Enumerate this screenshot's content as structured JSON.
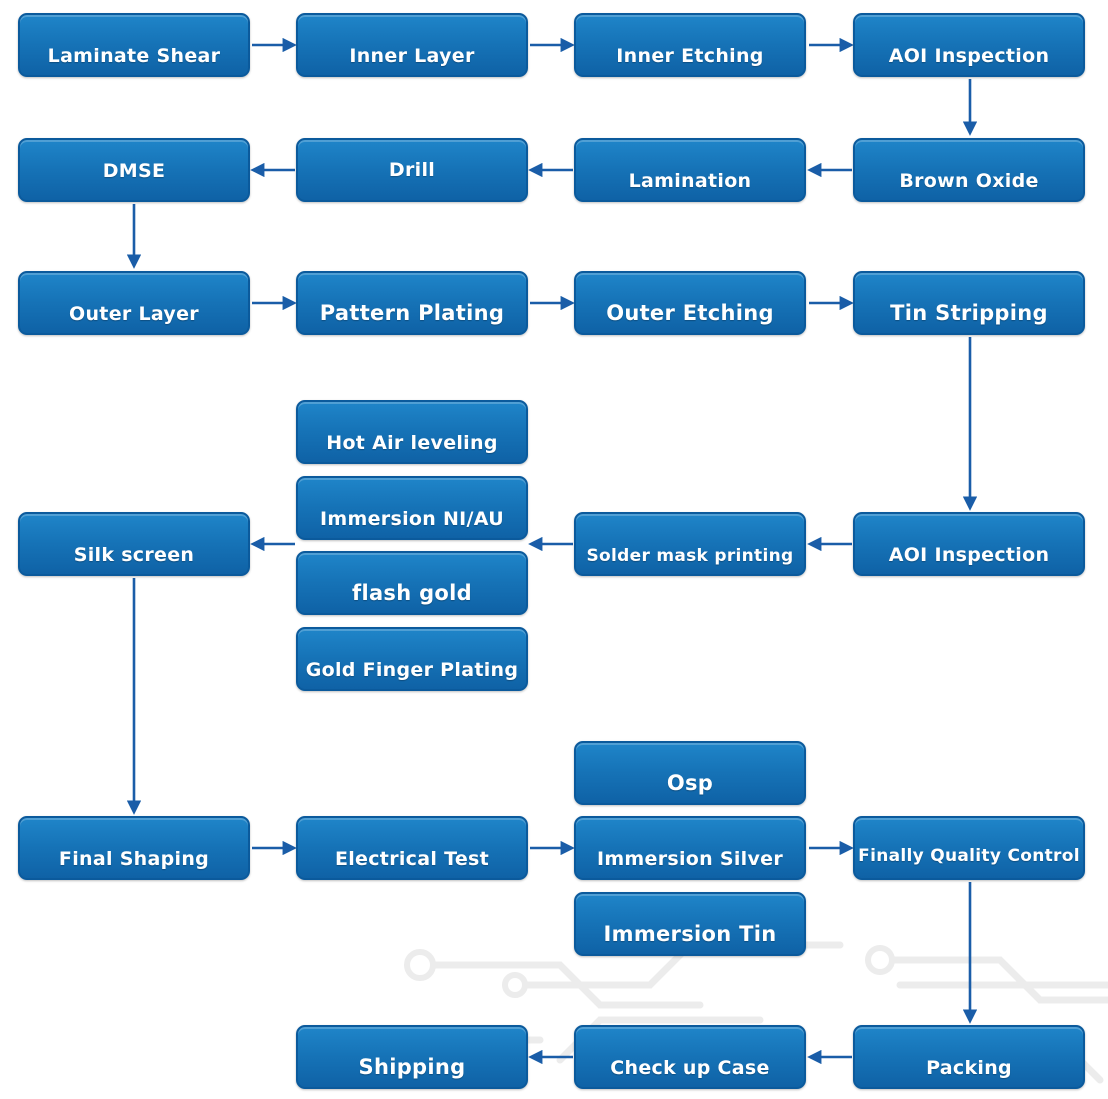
{
  "steps": {
    "laminate_shear": "Laminate Shear",
    "inner_layer": "Inner Layer",
    "inner_etching": "Inner Etching",
    "aoi_inspection_1": "AOI Inspection",
    "brown_oxide": "Brown Oxide",
    "lamination": "Lamination",
    "drill": "Drill",
    "dmse": "DMSE",
    "outer_layer": "Outer Layer",
    "pattern_plating": "Pattern Plating",
    "outer_etching": "Outer Etching",
    "tin_stripping": "Tin Stripping",
    "aoi_inspection_2": "AOI Inspection",
    "solder_mask_printing": "Solder mask printing",
    "hot_air_leveling": "Hot Air leveling",
    "immersion_ni_au": "Immersion NI/AU",
    "flash_gold": "flash gold",
    "gold_finger_plating": "Gold Finger Plating",
    "silk_screen": "Silk screen",
    "final_shaping": "Final Shaping",
    "electrical_test": "Electrical Test",
    "osp": "Osp",
    "immersion_silver": "Immersion Silver",
    "immersion_tin": "Immersion Tin",
    "finally_quality_control": "Finally Quality Control",
    "packing": "Packing",
    "check_up_case": "Check up Case",
    "shipping": "Shipping"
  },
  "colors": {
    "box_fill": "#1673b7",
    "box_border": "#0b5a9c",
    "arrow": "#1a5da8",
    "label": "#ffffff",
    "background_pattern": "#ececec"
  }
}
